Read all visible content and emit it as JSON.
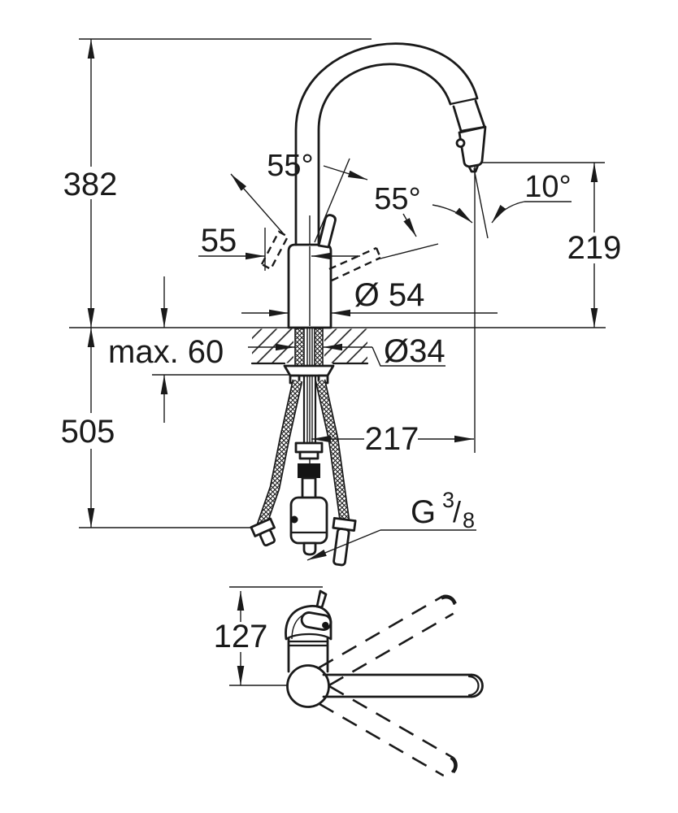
{
  "drawing": {
    "background": "#ffffff",
    "line_color": "#1a1a1a",
    "dimensions": {
      "height_above_counter": "382",
      "height_below_counter": "505",
      "counter_thickness_max": "max. 60",
      "handle_clearance": "55",
      "body_diameter": "Ø 54",
      "hole_diameter": "Ø34",
      "handle_swing_left": "55°",
      "handle_swing_right": "55°",
      "spray_angle": "10°",
      "spout_height": "219",
      "spout_reach": "217",
      "handle_height_plan": "127",
      "thread": {
        "g": "G",
        "numerator": "3",
        "slash": "/",
        "denominator": "8"
      }
    }
  }
}
